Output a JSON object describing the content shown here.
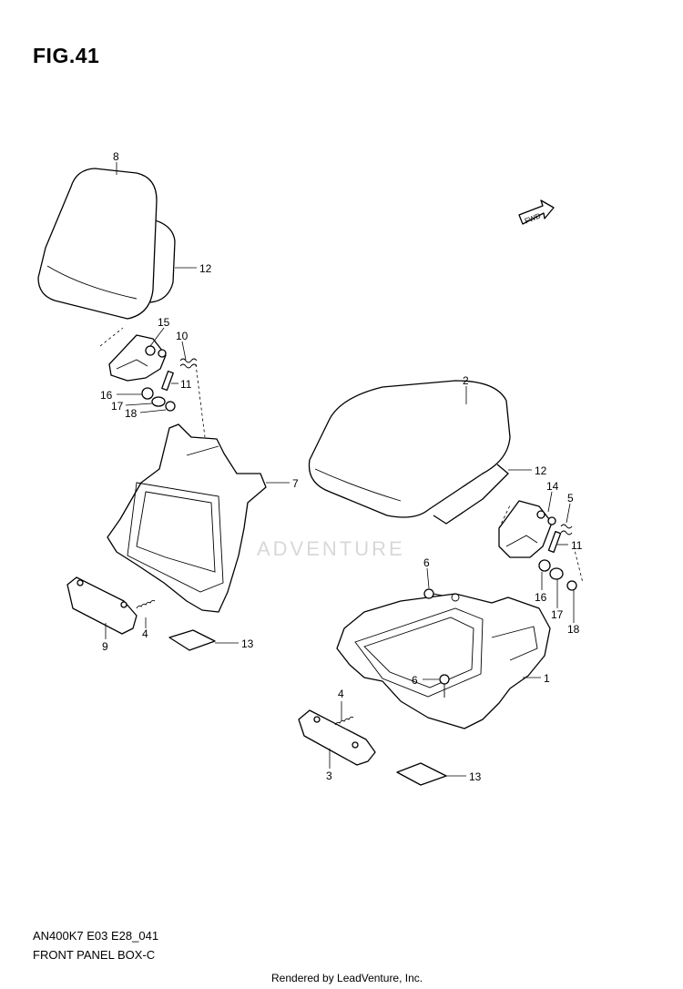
{
  "figure": {
    "title": "FIG.41"
  },
  "footer": {
    "model_code": "AN400K7 E03 E28_041",
    "section_name": "FRONT PANEL BOX-C",
    "credit": "Rendered by LeadVenture, Inc."
  },
  "watermark": {
    "text": "ADVENTURE"
  },
  "direction_arrow": {
    "label": "FWD"
  },
  "callouts": {
    "c8": "8",
    "c12a": "12",
    "c15": "15",
    "c10": "10",
    "c11a": "11",
    "c16a": "16",
    "c17a": "17",
    "c18a": "18",
    "c7": "7",
    "c9": "9",
    "c4a": "4",
    "c13a": "13",
    "c2": "2",
    "c12b": "12",
    "c14": "14",
    "c5": "5",
    "c11b": "11",
    "c16b": "16",
    "c17b": "17",
    "c18b": "18",
    "c6a": "6",
    "c6b": "6",
    "c1": "1",
    "c4b": "4",
    "c3": "3",
    "c13b": "13"
  }
}
